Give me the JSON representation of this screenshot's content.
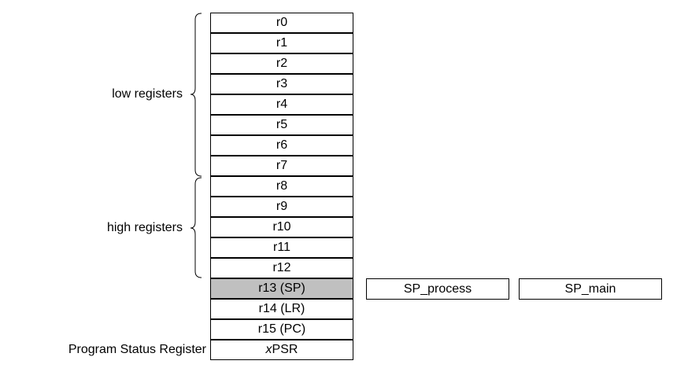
{
  "registers": [
    {
      "label": "r0"
    },
    {
      "label": "r1"
    },
    {
      "label": "r2"
    },
    {
      "label": "r3"
    },
    {
      "label": "r4"
    },
    {
      "label": "r5"
    },
    {
      "label": "r6"
    },
    {
      "label": "r7"
    },
    {
      "label": "r8"
    },
    {
      "label": "r9"
    },
    {
      "label": "r10"
    },
    {
      "label": "r11"
    },
    {
      "label": "r12"
    },
    {
      "label": "r13 (SP)",
      "shaded": true
    },
    {
      "label": "r14 (LR)"
    },
    {
      "label": "r15 (PC)"
    }
  ],
  "xpsr": {
    "prefix": "x",
    "rest": "PSR"
  },
  "groups": {
    "low": "low registers",
    "high": "high registers",
    "psr": "Program Status Register"
  },
  "stack_pointers": {
    "process": "SP_process",
    "main": "SP_main"
  },
  "colors": {
    "shaded": "#c0c0c0",
    "line": "#000000"
  }
}
